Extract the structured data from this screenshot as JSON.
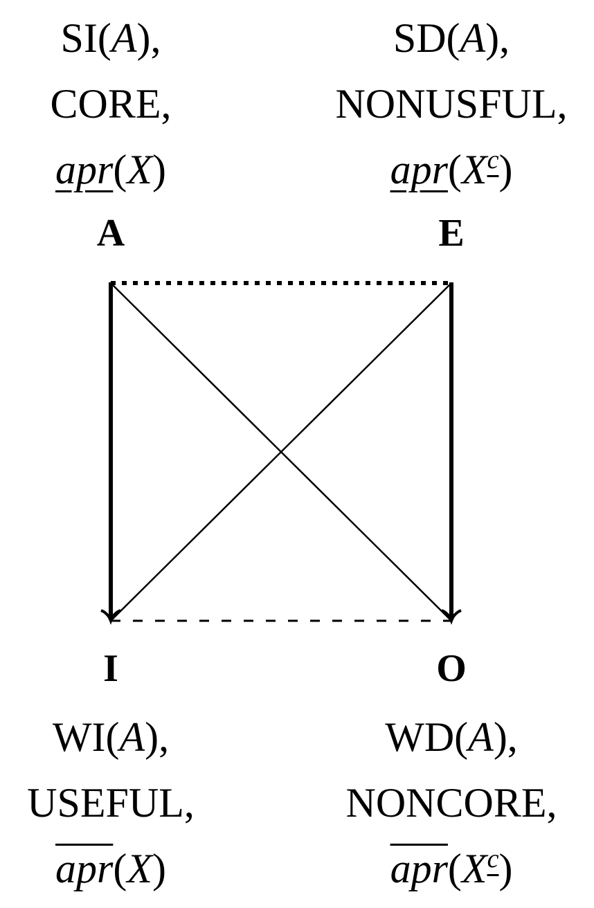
{
  "corners": {
    "A": {
      "label": "A",
      "lines": [
        [
          {
            "t": "SI(",
            "s": "r"
          },
          {
            "t": "A",
            "s": "i"
          },
          {
            "t": "),",
            "s": "r"
          }
        ],
        [
          {
            "t": "CORE,",
            "s": "r"
          }
        ],
        [
          {
            "t": "apr",
            "s": "iu"
          },
          {
            "t": "(",
            "s": "r"
          },
          {
            "t": "X",
            "s": "i"
          },
          {
            "t": ")",
            "s": "r"
          }
        ]
      ]
    },
    "E": {
      "label": "E",
      "lines": [
        [
          {
            "t": "SD(",
            "s": "r"
          },
          {
            "t": "A",
            "s": "i"
          },
          {
            "t": "),",
            "s": "r"
          }
        ],
        [
          {
            "t": "NONUSFUL,",
            "s": "r"
          }
        ],
        [
          {
            "t": "apr",
            "s": "iu"
          },
          {
            "t": "(",
            "s": "r"
          },
          {
            "t": "X",
            "s": "i"
          },
          {
            "t": "c",
            "s": "sup"
          },
          {
            "t": ")",
            "s": "r"
          }
        ]
      ]
    },
    "I": {
      "label": "I",
      "lines": [
        [
          {
            "t": "WI(",
            "s": "r"
          },
          {
            "t": "A",
            "s": "i"
          },
          {
            "t": "),",
            "s": "r"
          }
        ],
        [
          {
            "t": "USEFUL,",
            "s": "r"
          }
        ],
        [
          {
            "t": "apr",
            "s": "io"
          },
          {
            "t": "(",
            "s": "r"
          },
          {
            "t": "X",
            "s": "i"
          },
          {
            "t": ")",
            "s": "r"
          }
        ]
      ]
    },
    "O": {
      "label": "O",
      "lines": [
        [
          {
            "t": "WD(",
            "s": "r"
          },
          {
            "t": "A",
            "s": "i"
          },
          {
            "t": "),",
            "s": "r"
          }
        ],
        [
          {
            "t": "NONCORE,",
            "s": "r"
          }
        ],
        [
          {
            "t": "apr",
            "s": "io"
          },
          {
            "t": "(",
            "s": "r"
          },
          {
            "t": "X",
            "s": "i"
          },
          {
            "t": "c",
            "s": "sup"
          },
          {
            "t": ")",
            "s": "r"
          }
        ]
      ]
    }
  },
  "edges": [
    {
      "from": "A",
      "to": "E",
      "style": "dotted"
    },
    {
      "from": "I",
      "to": "O",
      "style": "dashed"
    },
    {
      "from": "A",
      "to": "I",
      "style": "thick-arrow"
    },
    {
      "from": "E",
      "to": "O",
      "style": "thick-arrow"
    },
    {
      "from": "A",
      "to": "O",
      "style": "thin"
    },
    {
      "from": "E",
      "to": "I",
      "style": "thin"
    }
  ]
}
